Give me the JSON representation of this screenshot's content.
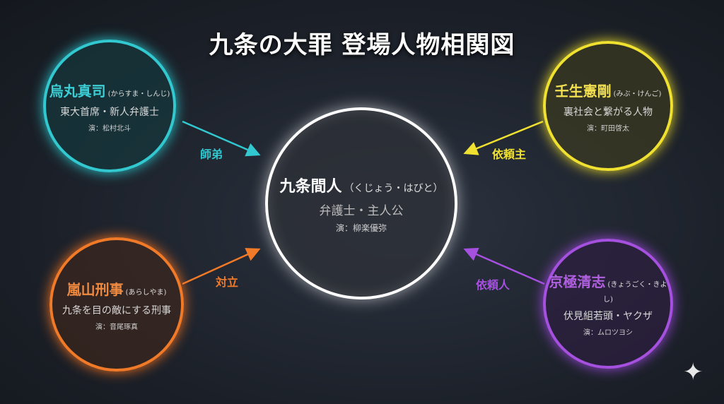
{
  "title": "九条の大罪 登場人物相関図",
  "center": {
    "name": "九条間人",
    "reading": "（くじょう・はびと）",
    "role": "弁護士・主人公",
    "actor": "演：柳楽優弥"
  },
  "characters": [
    {
      "name": "烏丸真司",
      "reading": "(からすま・しんじ)",
      "role": "東大首席・新人弁護士",
      "actor": "演：松村北斗",
      "color": "#32c8d0",
      "relation": "師弟"
    },
    {
      "name": "壬生憲剛",
      "reading": "(みぶ・けんご)",
      "role": "裏社会と繋がる人物",
      "actor": "演：町田啓太",
      "color": "#f0e030",
      "relation": "依頼主"
    },
    {
      "name": "嵐山刑事",
      "reading": "(あらしやま)",
      "role": "九条を目の敵にする刑事",
      "actor": "演：音尾琢真",
      "color": "#f07a28",
      "relation": "対立"
    },
    {
      "name": "京極清志",
      "reading": "(きょうごく・きよし)",
      "role": "伏見組若頭・ヤクザ",
      "actor": "演：ムロツヨシ",
      "color": "#a650e0",
      "relation": "依頼人"
    }
  ],
  "icons": {
    "corner": "sparkle-icon"
  }
}
